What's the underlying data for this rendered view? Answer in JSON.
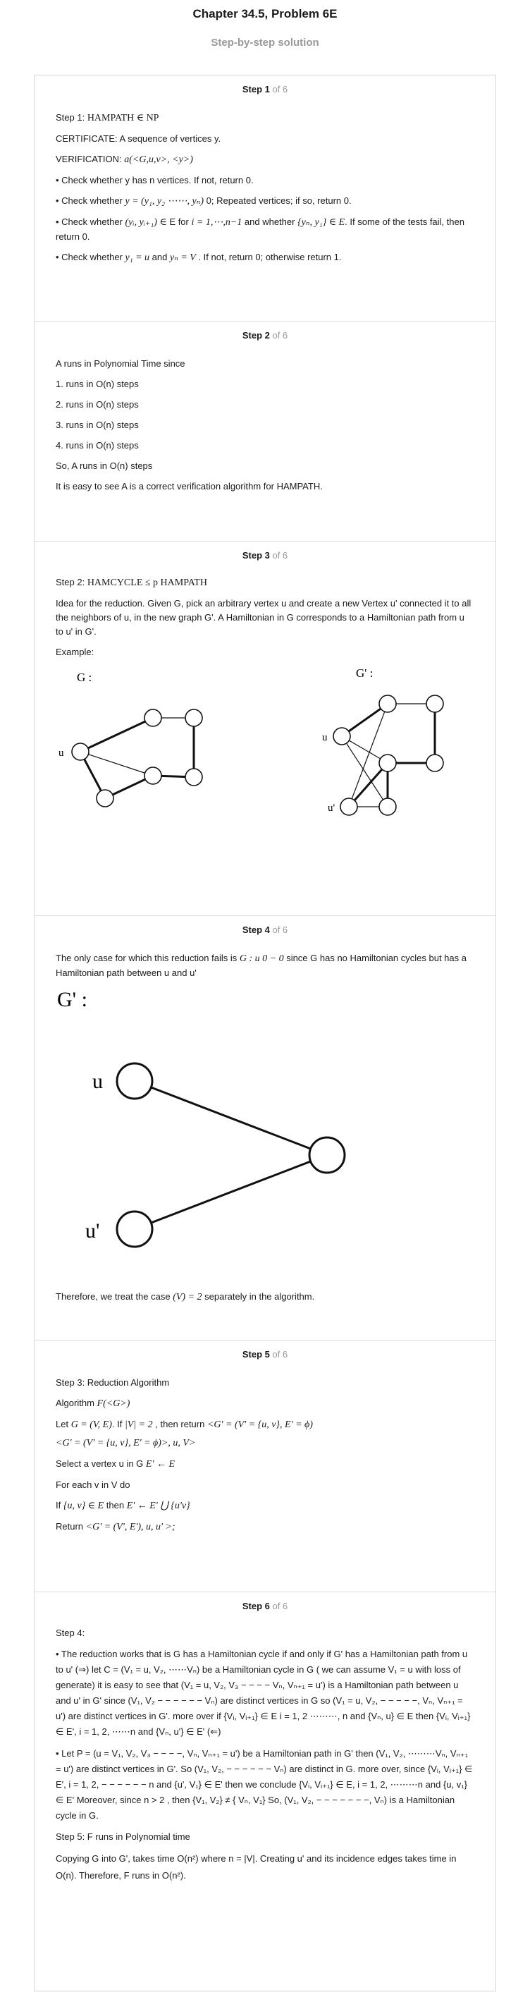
{
  "header": {
    "chapter": "Chapter 34.5, Problem 6E",
    "subtitle": "Step-by-step solution"
  },
  "steps": [
    {
      "label": "Step 1",
      "of": " of 6"
    },
    {
      "label": "Step 2",
      "of": " of 6"
    },
    {
      "label": "Step 3",
      "of": " of 6"
    },
    {
      "label": "Step 4",
      "of": " of 6"
    },
    {
      "label": "Step 5",
      "of": " of 6"
    },
    {
      "label": "Step 6",
      "of": " of 6"
    }
  ],
  "s1": {
    "l1a": "Step 1:  ",
    "l1b": "HAMPATH ∈ NP",
    "l2": "CERTIFICATE: A sequence of vertices y.",
    "l3a": "VERIFICATION:  ",
    "l3b": "a(<G,u,v>, <y>)",
    "l4": "• Check whether y has n vertices. If not, return 0.",
    "l5a": "• Check whether  ",
    "l5b": "y = (y₁, y₂ ⋯⋯, yₙ)",
    "l5c": " 0;  Repeated vertices; if so, return 0.",
    "l6a": "• Check whether  ",
    "l6b": "(yᵢ, yᵢ₊₁) ∈",
    "l6c": "  E  for  ",
    "l6d": "i = 1,⋯,n−1",
    "l6e": " and whether  ",
    "l6f": "{yₙ, y₁} ∈ E",
    "l6g": ". If some of the tests fail, then return 0.",
    "l7a": "• Check whether  ",
    "l7b": "y₁ = u",
    "l7c": "  and   ",
    "l7d": "yₙ = V",
    "l7e": " . If not, return 0; otherwise return 1."
  },
  "s2": {
    "l1": "A runs in Polynomial Time since",
    "l2": "1. runs in O(n) steps",
    "l3": "2. runs in O(n) steps",
    "l4": "3. runs in O(n) steps",
    "l5": "4. runs in O(n) steps",
    "l6": "So, A runs in O(n) steps",
    "l7": "It is easy to see A is a correct verification algorithm for HAMPATH."
  },
  "s3": {
    "l1a": "Step 2:  ",
    "l1b": "HAMCYCLE ≤ p HAMPATH",
    "l2": "Idea for the reduction. Given G, pick an arbitrary vertex u and create a new Vertex u' connected it to all the neighbors of u, in the new graph G'. A Hamiltonian in G corresponds to a Hamiltonian path from u to u' in G'.",
    "l3": "Example:",
    "g_label": "G :",
    "g_u": "u",
    "gp_label": "G' :",
    "gp_u": "u",
    "gp_up": "u'"
  },
  "s4": {
    "l1a": "The only case for which this reduction fails is  ",
    "l1b": "G : u 0 − 0",
    "l1c": "  since G has no Hamiltonian cycles but has a Hamiltonian path between u and u'",
    "g_label": "G' :",
    "g_u": "u",
    "g_up": "u'",
    "l2a": "Therefore, we treat the case  ",
    "l2b": "(V) = 2",
    "l2c": "  separately in the algorithm."
  },
  "s5": {
    "l1": "Step 3: Reduction Algorithm",
    "l2a": "Algorithm  ",
    "l2b": "F(<G>)",
    "l3a": "Let  ",
    "l3b": "G = (V, E)",
    "l3c": ". If  ",
    "l3d": "|V| = 2",
    "l3e": " , then return  ",
    "l3f": "<G' = (V' = {u, v}, E' = ϕ)",
    "l4": "<G' = (V' = {u, v}, E' = ϕ)>, u, V>",
    "l5a": "Select a vertex u in G  ",
    "l5b": "E' ← E",
    "l6": "For each v in V do",
    "l7a": "If  ",
    "l7b": "{u, v} ∈ E",
    "l7c": "  then  ",
    "l7d": "E' ← E' ⋃ {u'v}",
    "l8a": "Return  ",
    "l8b": "<G' = (V', E'), u, u' >;"
  },
  "s6": {
    "l1": "Step 4:",
    "p1": "• The reduction works that is G has a Hamiltonian cycle if and only if G' has a Hamiltonian path from u to u'  (⇒)  let  C = (V₁ = u, V₂, ⋯⋯Vₙ) be a Hamiltonian cycle in G ( we can assume V₁ = u with loss of generate) it is easy to see that (V₁ = u, V₂, V₃ − − − − Vₙ, Vₙ₊₁ = u') is a Hamiltonian path between  u  and  u'  in G' since  (V₁, V₂ − − − − − − Vₙ) are distinct vertices in G so  (V₁ = u, V₂, − − − − −, Vₙ, Vₙ₊₁ = u') are distinct vertices in G'. more over if {Vᵢ, Vᵢ₊₁} ∈ E   i = 1, 2 ⋯⋯⋯, n  and  {Vₙ, u} ∈ E  then  {Vᵢ, Vᵢ₊₁} ∈ E',  i = 1, 2, ⋯⋯n  and {Vₙ, u'} ∈ E'  (⇐)",
    "p2": "• Let  P = (u = V₁, V₂, V₃ − − − −, Vₙ, Vₙ₊₁ = u') be a Hamiltonian path in G' then (V₁, V₂, ⋯⋯⋯Vₙ, Vₙ₊₁ = u') are distinct vertices in G'. So  (V₁, V₂, − − − − − − Vₙ) are distinct in G. more over, since  {Vᵢ, Vᵢ₊₁} ∈ E',  i = 1, 2, − − − − − − n  and  {u', V₁} ∈ E' then we conclude {Vᵢ, Vᵢ₊₁} ∈ E,  i = 1, 2, ⋯⋯⋯n  and  {u, v₁} ∈ E' Moreover, since  n > 2 , then {V₁, V₂} ≠ { Vₙ, V₁}  So,  (V₁, V₂, − − − − − − −, Vₙ) is a Hamiltonian cycle in G.",
    "l2": "Step 5: F runs in Polynomial time",
    "l3": "Copying G into G', takes time  O(n²)  where  n = |V|. Creating u' and its incidence edges takes time in  O(n). Therefore, F runs in  O(n²)."
  }
}
